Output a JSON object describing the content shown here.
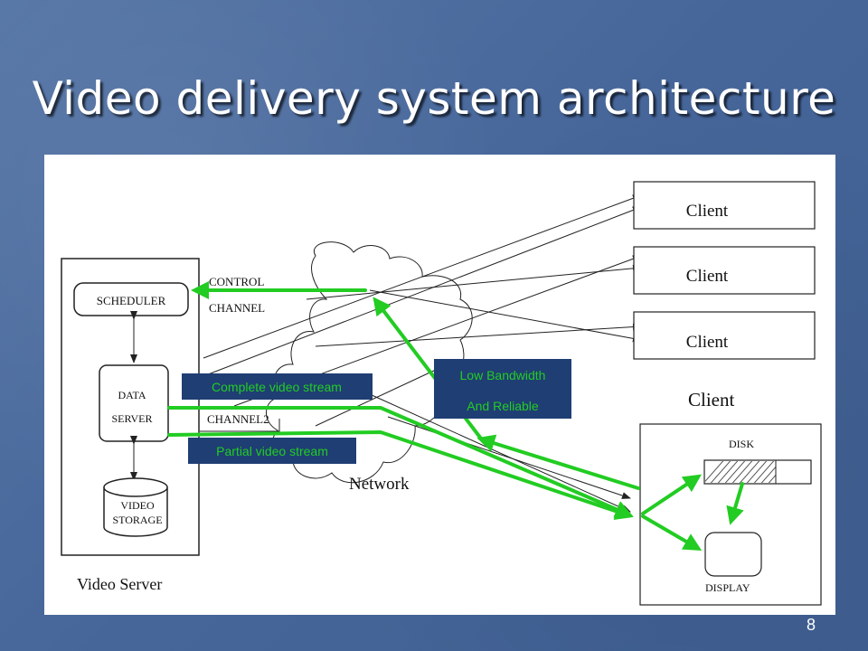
{
  "slide": {
    "title": "Video delivery system architecture",
    "page_number": "8"
  },
  "diagram": {
    "server_box_label": "Video Server",
    "scheduler": "SCHEDULER",
    "data_server_line1": "DATA",
    "data_server_line2": "SERVER",
    "video_storage_line1": "VIDEO",
    "video_storage_line2": "STORAGE",
    "control_channel_line1": "CONTROL",
    "control_channel_line2": "CHANNEL",
    "channel2": "CHANNEL2",
    "network": "Network",
    "clients": [
      "Client",
      "Client",
      "Client"
    ],
    "client_main": "Client",
    "disk": "DISK",
    "display": "DISPLAY",
    "annotations": {
      "complete_stream": "Complete video stream",
      "partial_stream": "Partial video stream",
      "low_bandwidth_line1": "Low Bandwidth",
      "low_bandwidth_line2": "And Reliable"
    },
    "colors": {
      "arrow_green": "#22cc22",
      "label_bg": "#1f3e73",
      "label_text": "#22cc22"
    }
  }
}
